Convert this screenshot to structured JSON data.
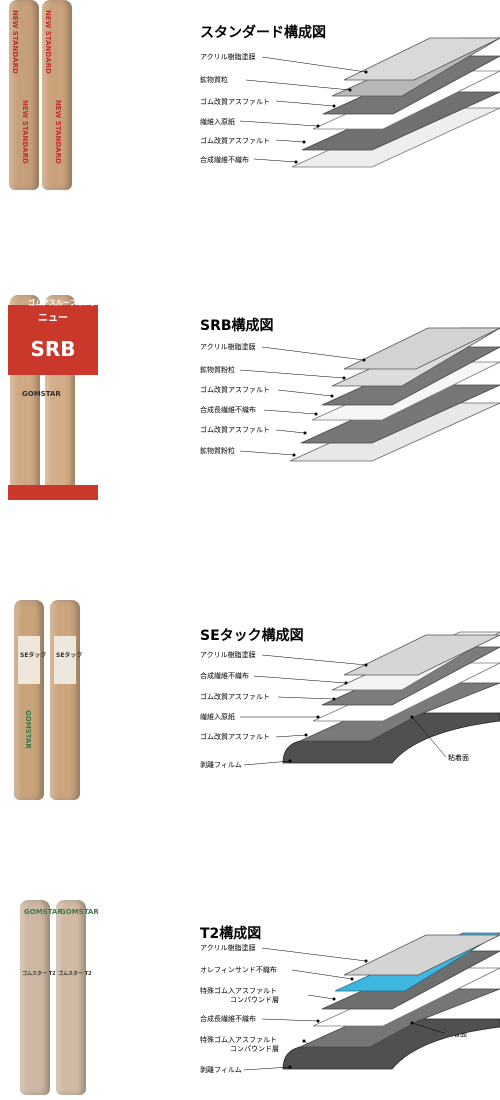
{
  "standard": {
    "title": "スタンダード構成図",
    "roll_text": "NEW STANDARD",
    "layers": [
      "アクリル樹脂塗膜",
      "鉱物質粒",
      "ゴム改質アスファルト",
      "繊維入原紙",
      "ゴム改質アスファルト",
      "合成繊維不織布"
    ]
  },
  "srb": {
    "title": "SRB構成図",
    "roll_band_top": "ニュー",
    "roll_band_mid": "SRB",
    "roll_brand": "ゴムアスルーフィング",
    "roll_maker": "GOMSTAR",
    "layers": [
      "アクリル樹脂塗膜",
      "鉱物質粉粒",
      "ゴム改質アスファルト",
      "合成長繊維不織布",
      "ゴム改質アスファルト",
      "鉱物質粉粒"
    ]
  },
  "se": {
    "title": "SEタック構成図",
    "roll_label": "SEタック",
    "roll_maker": "GOMSTAR",
    "layers": [
      "アクリル樹脂塗膜",
      "合成繊維不織布",
      "ゴム改質アスファルト",
      "繊維入原紙",
      "ゴム改質アスファルト",
      "剥離フィルム"
    ],
    "adhesive_label": "粘着面"
  },
  "t2": {
    "title": "T2構成図",
    "roll_label": "ゴムスター T2",
    "roll_maker": "GOMSTAR",
    "layers": [
      "アクリル樹脂塗膜",
      "オレフィンサンド不織布",
      "特殊ゴム入アスファルト",
      "コンパウンド層",
      "合成長繊維不織布",
      "特殊ゴム入アスファルト",
      "コンパウンド層",
      "剥離フィルム"
    ],
    "adhesive_label": "粘着面"
  },
  "colors": {
    "kraft": "#c9a27a",
    "red_band": "#c9382b",
    "light_gray": "#d8d8d8",
    "dark_gray": "#6a6a6a",
    "blue": "#3fb6e0",
    "film": "#505050"
  }
}
